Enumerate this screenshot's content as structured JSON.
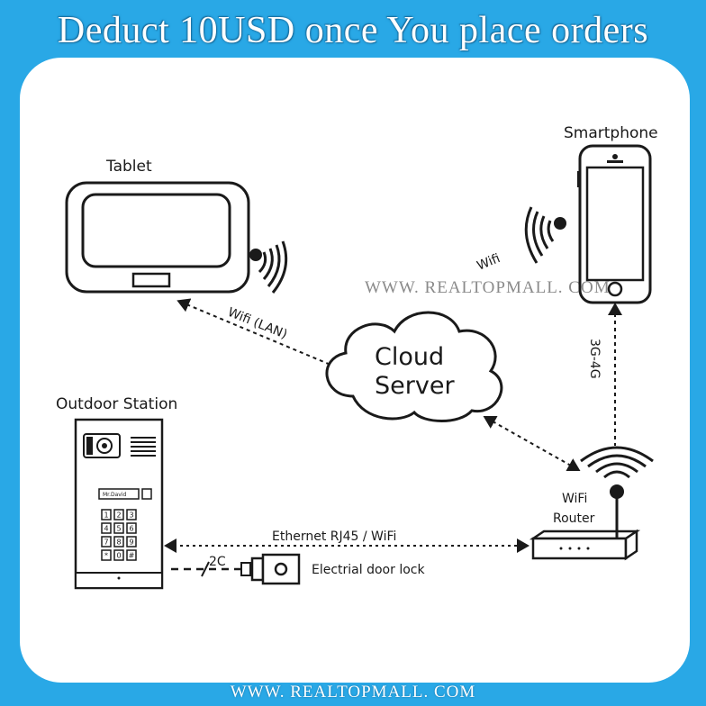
{
  "banner": "Deduct 10USD once You place orders",
  "watermark_mid": "WWW. REALTOPMALL. COM",
  "watermark_footer": "WWW. REALTOPMALL. COM",
  "nodes": {
    "tablet": "Tablet",
    "smartphone": "Smartphone",
    "cloud_line1": "Cloud",
    "cloud_line2": "Server",
    "outdoor_station": "Outdoor Station",
    "router_line1": "WiFi",
    "router_line2": "Router",
    "door_lock": "Electrial door lock",
    "name_plate": "Mr.David"
  },
  "links": {
    "tablet_cloud": "Wifi (LAN)",
    "phone_cloud": "Wifi",
    "phone_router": "3G-4G",
    "station_router": "Ethernet RJ45 / WiFi",
    "lock_wire": "2C"
  },
  "keypad": [
    "1",
    "2",
    "3",
    "4",
    "5",
    "6",
    "7",
    "8",
    "9",
    "*",
    "0",
    "#"
  ],
  "colors": {
    "frame": "#29a8e6",
    "ink": "#1a1a1a",
    "panel": "#ffffff"
  }
}
